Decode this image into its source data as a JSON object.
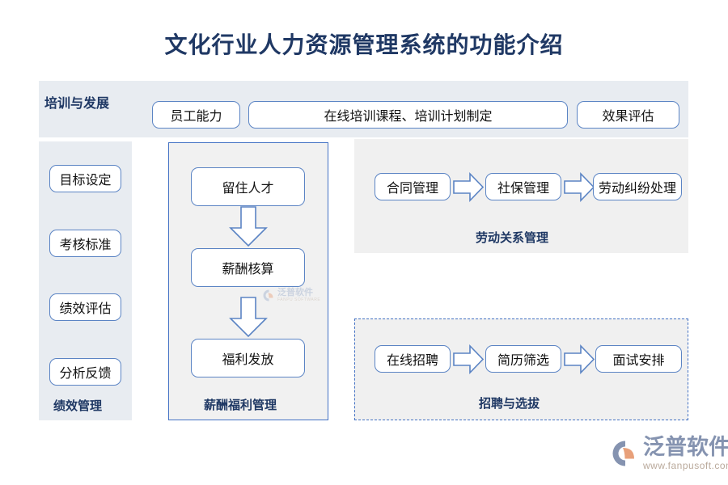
{
  "title": "文化行业人力资源管理系统的功能介绍",
  "colors": {
    "title": "#1f3864",
    "node_border": "#5b84c4",
    "panel_band_bg": "#e8ecf1",
    "panel_gray_bg": "#f0f0f0",
    "panel_comp_border": "#4472c4",
    "label": "#1f3864",
    "logo_name": "#8593b0",
    "logo_url": "#b9a99b",
    "logo_accent": "#e8a07a"
  },
  "sections": {
    "training": {
      "label": "培训与发展",
      "nodes": [
        {
          "text": "员工能力"
        },
        {
          "text": "在线培训课程、培训计划制定"
        },
        {
          "text": "效果评估"
        }
      ]
    },
    "performance": {
      "label": "绩效管理",
      "nodes": [
        {
          "text": "目标设定"
        },
        {
          "text": "考核标准"
        },
        {
          "text": "绩效评估"
        },
        {
          "text": "分析反馈"
        }
      ]
    },
    "compensation": {
      "label": "薪酬福利管理",
      "nodes": [
        {
          "text": "留住人才"
        },
        {
          "text": "薪酬核算"
        },
        {
          "text": "福利发放"
        }
      ]
    },
    "labor": {
      "label": "劳动关系管理",
      "nodes": [
        {
          "text": "合同管理"
        },
        {
          "text": "社保管理"
        },
        {
          "text": "劳动纠纷处理"
        }
      ]
    },
    "recruitment": {
      "label": "招聘与选拔",
      "nodes": [
        {
          "text": "在线招聘"
        },
        {
          "text": "简历筛选"
        },
        {
          "text": "面试安排"
        }
      ]
    }
  },
  "logo": {
    "name": "泛普软件",
    "url": "www.fanpusoft.com"
  },
  "watermark": {
    "name": "泛普软件",
    "url": "FANPU SOFTWARE"
  }
}
